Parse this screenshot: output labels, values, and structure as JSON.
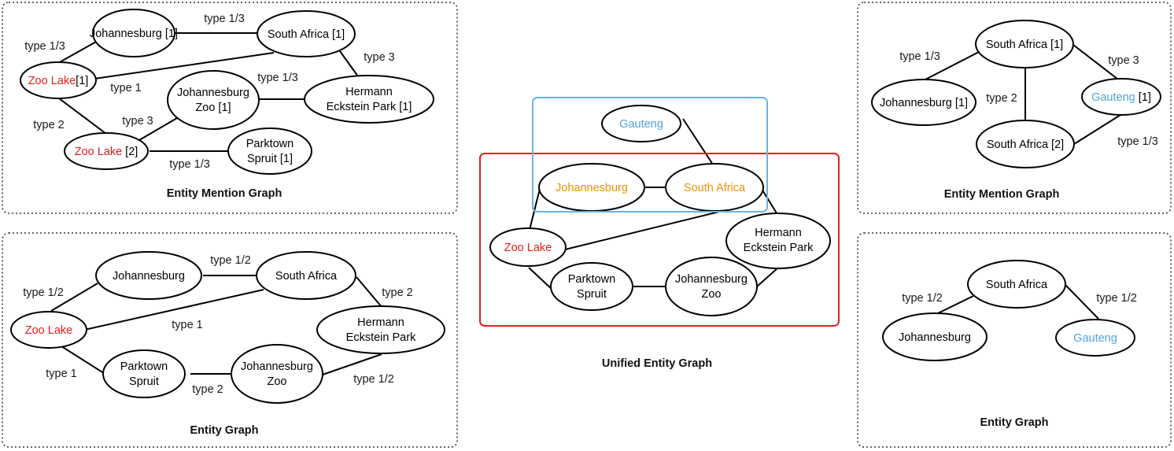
{
  "colors": {
    "entity_red": "#e0201b",
    "entity_blue": "#4fa3e0",
    "entity_orange": "#ef9100",
    "box_red": "#e0201b",
    "box_blue": "#6cb2e8",
    "stroke": "#000000",
    "dotted_border": "#333333"
  },
  "panels": {
    "left_mention": {
      "caption": "Entity Mention Graph",
      "nodes": {
        "johannesburg_1": "Johannesburg [1]",
        "south_africa_1": "South Africa [1]",
        "zoo_lake_1_name": "Zoo Lake",
        "zoo_lake_1_suffix": "[1]",
        "johannesburg_zoo_1_l1": "Johannesburg",
        "johannesburg_zoo_1_l2": "Zoo [1]",
        "hermann_1_l1": "Hermann",
        "hermann_1_l2": "Eckstein Park [1]",
        "zoo_lake_2_name": "Zoo Lake",
        "zoo_lake_2_suffix": " [2]",
        "parktown_1_l1": "Parktown",
        "parktown_1_l2": "Spruit [1]"
      },
      "edge_labels": {
        "zl1_jb": "type 1/3",
        "jb_sa": "type 1/3",
        "sa_hep": "type 3",
        "zl1_sa": "type 1",
        "jbzoo_hep": "type 1/3",
        "zl1_zl2": "type 2",
        "zl2_jbzoo": "type 3",
        "zl2_pts": "type 1/3"
      }
    },
    "left_entity": {
      "caption": "Entity Graph",
      "nodes": {
        "johannesburg": "Johannesburg",
        "south_africa": "South Africa",
        "zoo_lake": "Zoo Lake",
        "hermann_l1": "Hermann",
        "hermann_l2": "Eckstein Park",
        "parktown_l1": "Parktown",
        "parktown_l2": "Spruit",
        "jbzoo_l1": "Johannesburg",
        "jbzoo_l2": "Zoo"
      },
      "edge_labels": {
        "zl_jb": "type 1/2",
        "jb_sa": "type 1/2",
        "sa_hep": "type 2",
        "zl_sa": "type 1",
        "zl_pts": "type 1",
        "pts_jbzoo": "type 2",
        "jbzoo_hep": "type 1/2"
      }
    },
    "center_unified": {
      "caption": "Unified Entity Graph",
      "nodes": {
        "gauteng": "Gauteng",
        "johannesburg": "Johannesburg",
        "south_africa": "South Africa",
        "zoo_lake": "Zoo Lake",
        "hermann_l1": "Hermann",
        "hermann_l2": "Eckstein Park",
        "parktown_l1": "Parktown",
        "parktown_l2": "Spruit",
        "jbzoo_l1": "Johannesburg",
        "jbzoo_l2": "Zoo"
      }
    },
    "right_mention": {
      "caption": "Entity Mention Graph",
      "nodes": {
        "south_africa_1": "South Africa [1]",
        "johannesburg_1": "Johannesburg [1]",
        "gauteng_1_name": "Gauteng",
        "gauteng_1_suffix": " [1]",
        "south_africa_2": "South Africa [2]"
      },
      "edge_labels": {
        "jb_sa1": "type 1/3",
        "sa1_ga": "type 3",
        "sa1_sa2": "type 2",
        "sa2_ga": "type 1/3"
      }
    },
    "right_entity": {
      "caption": "Entity Graph",
      "nodes": {
        "south_africa": "South Africa",
        "johannesburg": "Johannesburg",
        "gauteng": "Gauteng"
      },
      "edge_labels": {
        "jb_sa": "type 1/2",
        "sa_ga": "type 1/2"
      }
    }
  }
}
